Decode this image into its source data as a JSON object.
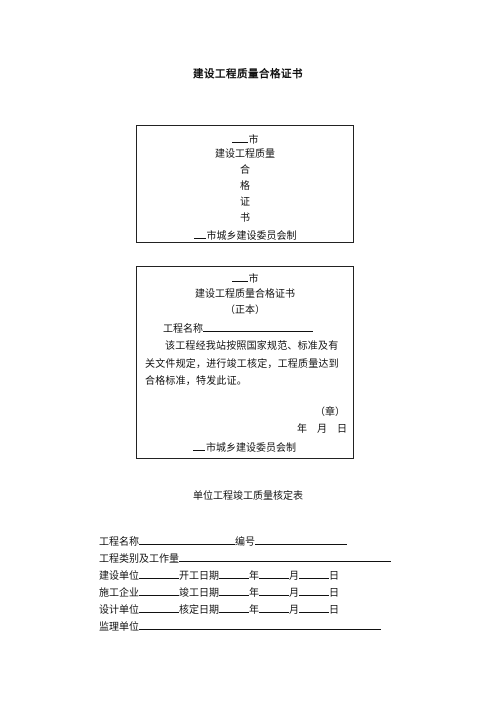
{
  "doc_title": "建设工程质量合格证书",
  "cover": {
    "line1": "市",
    "line2": "建设工程质量",
    "chars": [
      "合",
      "格",
      "证",
      "书"
    ],
    "maker": "市城乡建设委员会制"
  },
  "certificate": {
    "line1": "市",
    "title": "建设工程质量合格证书",
    "subtitle": "（正本）",
    "project_label": "工程名称",
    "body": "该工程经我站按照国家规范、标准及有关文件规定，进行竣工核定，工程质量达到合格标准，特发此证。",
    "seal": "（章）",
    "date": "年　月　日",
    "maker": "市城乡建设委员会制"
  },
  "form_title": "单位工程竣工质量核定表",
  "form": {
    "project_name": "工程名称",
    "number": "编号",
    "category": "工程类别及工作量",
    "builder": "建设单位",
    "start_date": "开工日期",
    "constructor": "施工企业",
    "finish_date": "竣工日期",
    "designer": "设计单位",
    "verify_date": "核定日期",
    "supervisor": "监理单位",
    "year": "年",
    "month": "月",
    "day": "日"
  }
}
